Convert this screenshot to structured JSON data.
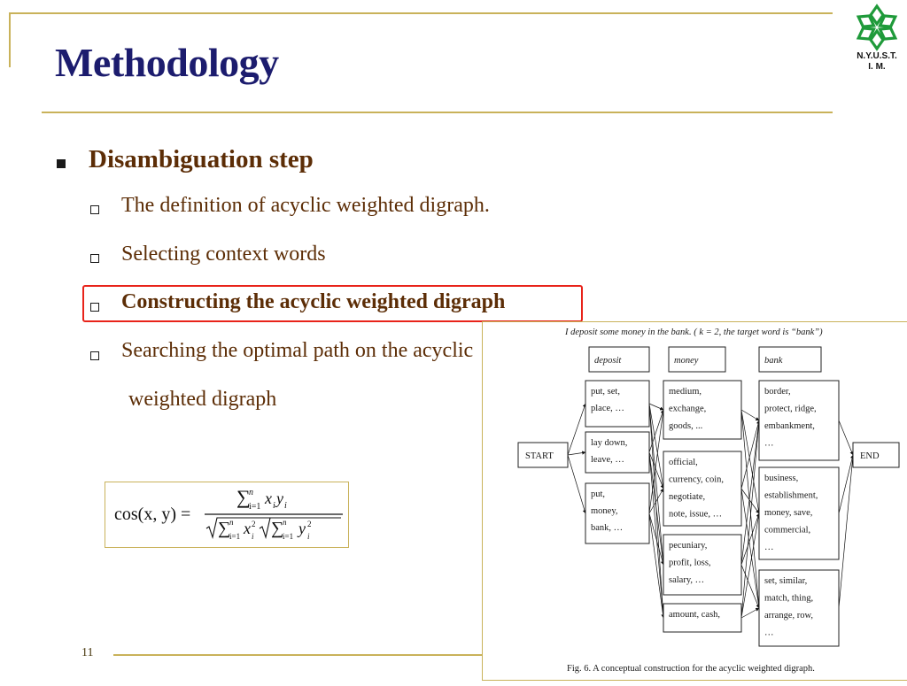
{
  "slide": {
    "title": "Methodology",
    "page_number": "11"
  },
  "logo": {
    "text_line1": "N.Y.U.S.T.",
    "text_line2": "I. M."
  },
  "bullets": {
    "heading": "Disambiguation step",
    "items": [
      "The definition of acyclic weighted digraph.",
      "Selecting context words",
      "Constructing the acyclic weighted digraph",
      "Searching the optimal path on the acyclic",
      "weighted digraph"
    ]
  },
  "formula": {
    "lhs": "cos(x, y) =",
    "numerator": "Σ x y",
    "denominator": "√Σ x² √Σ y²"
  },
  "figure": {
    "caption_top": "I deposit some money in the bank. ( k = 2, the target word is “bank”)",
    "headers": [
      "deposit",
      "money",
      "bank"
    ],
    "start": "START",
    "end": "END",
    "deposit_nodes": [
      [
        "put,     set,",
        "place, …"
      ],
      [
        "lay   down,",
        "leave, …"
      ],
      [
        "put,",
        "money,",
        "bank, …"
      ]
    ],
    "money_nodes": [
      [
        "medium,",
        "exchange,",
        "goods, ..."
      ],
      [
        "official,",
        "currency, coin,",
        "negotiate,",
        "note, issue, …"
      ],
      [
        "pecuniary,",
        "profit,      loss,",
        "salary, …"
      ],
      [
        "amount,  cash,"
      ]
    ],
    "bank_nodes": [
      [
        "border,",
        "protect,  ridge,",
        "embankment,",
        "…"
      ],
      [
        "business,",
        "establishment,",
        "money,    save,",
        "commercial,",
        "…"
      ],
      [
        "set,      similar,",
        "match,     thing,",
        "arrange,    row,",
        "…"
      ]
    ],
    "caption_bottom": "Fig. 6.  A conceptual construction for the acyclic weighted digraph."
  }
}
